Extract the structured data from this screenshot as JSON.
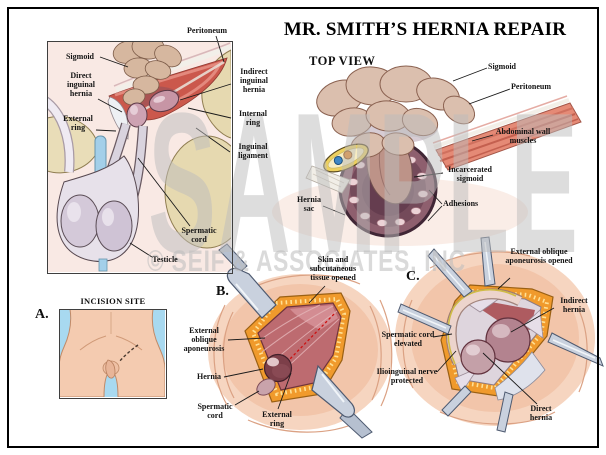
{
  "page": {
    "title": "MR. SMITH’S HERNIA REPAIR"
  },
  "watermark": {
    "sample": "SAMPLE",
    "copyright": "© SEIF & ASSOCIATES, INC"
  },
  "cross_section_panel": {
    "labels": {
      "peritoneum": "Peritoneum",
      "sigmoid": "Sigmoid",
      "direct_inguinal_hernia": "Direct inguinal hernia",
      "external_ring": "External ring",
      "indirect_inguinal_hernia": "Indirect inguinal hernia",
      "internal_ring": "Internal ring",
      "inguinal_ligament": "Inguinal ligament",
      "spermatic_cord": "Spermatic cord",
      "testicle": "Testicle"
    }
  },
  "top_view_panel": {
    "heading": "TOP VIEW",
    "labels": {
      "sigmoid": "Sigmoid",
      "peritoneum": "Peritoneum",
      "abdominal_wall_muscles": "Abdominal wall muscles",
      "incarcerated_sigmoid": "Incarcerated sigmoid",
      "adhesions": "Adhesions",
      "hernia_sac": "Hernia sac"
    }
  },
  "panel_a": {
    "letter": "A.",
    "heading": "INCISION SITE"
  },
  "panel_b": {
    "letter": "B.",
    "labels": {
      "skin_opened": "Skin and subcutaneous tissue opened",
      "external_oblique_aponeurosis": "External oblique aponeurosis",
      "hernia": "Hernia",
      "spermatic_cord": "Spermatic cord",
      "external_ring": "External ring"
    }
  },
  "panel_c": {
    "letter": "C.",
    "labels": {
      "external_oblique_opened": "External oblique aponeurosis opened",
      "indirect_hernia": "Indirect hernia",
      "spermatic_cord_elevated": "Spermatic cord elevated",
      "ilioinguinal_nerve": "Ilioinguinal nerve protected",
      "direct_hernia": "Direct hernia"
    }
  },
  "colors": {
    "watermark_gray": "#bdbdbd",
    "cross_section_bg": "#f9e9e4",
    "incision_panel_bg": "#a8d9f0",
    "fat_orange": "#f09a2c",
    "incision_dash_red": "#cc1111",
    "label_text": "#141414"
  }
}
